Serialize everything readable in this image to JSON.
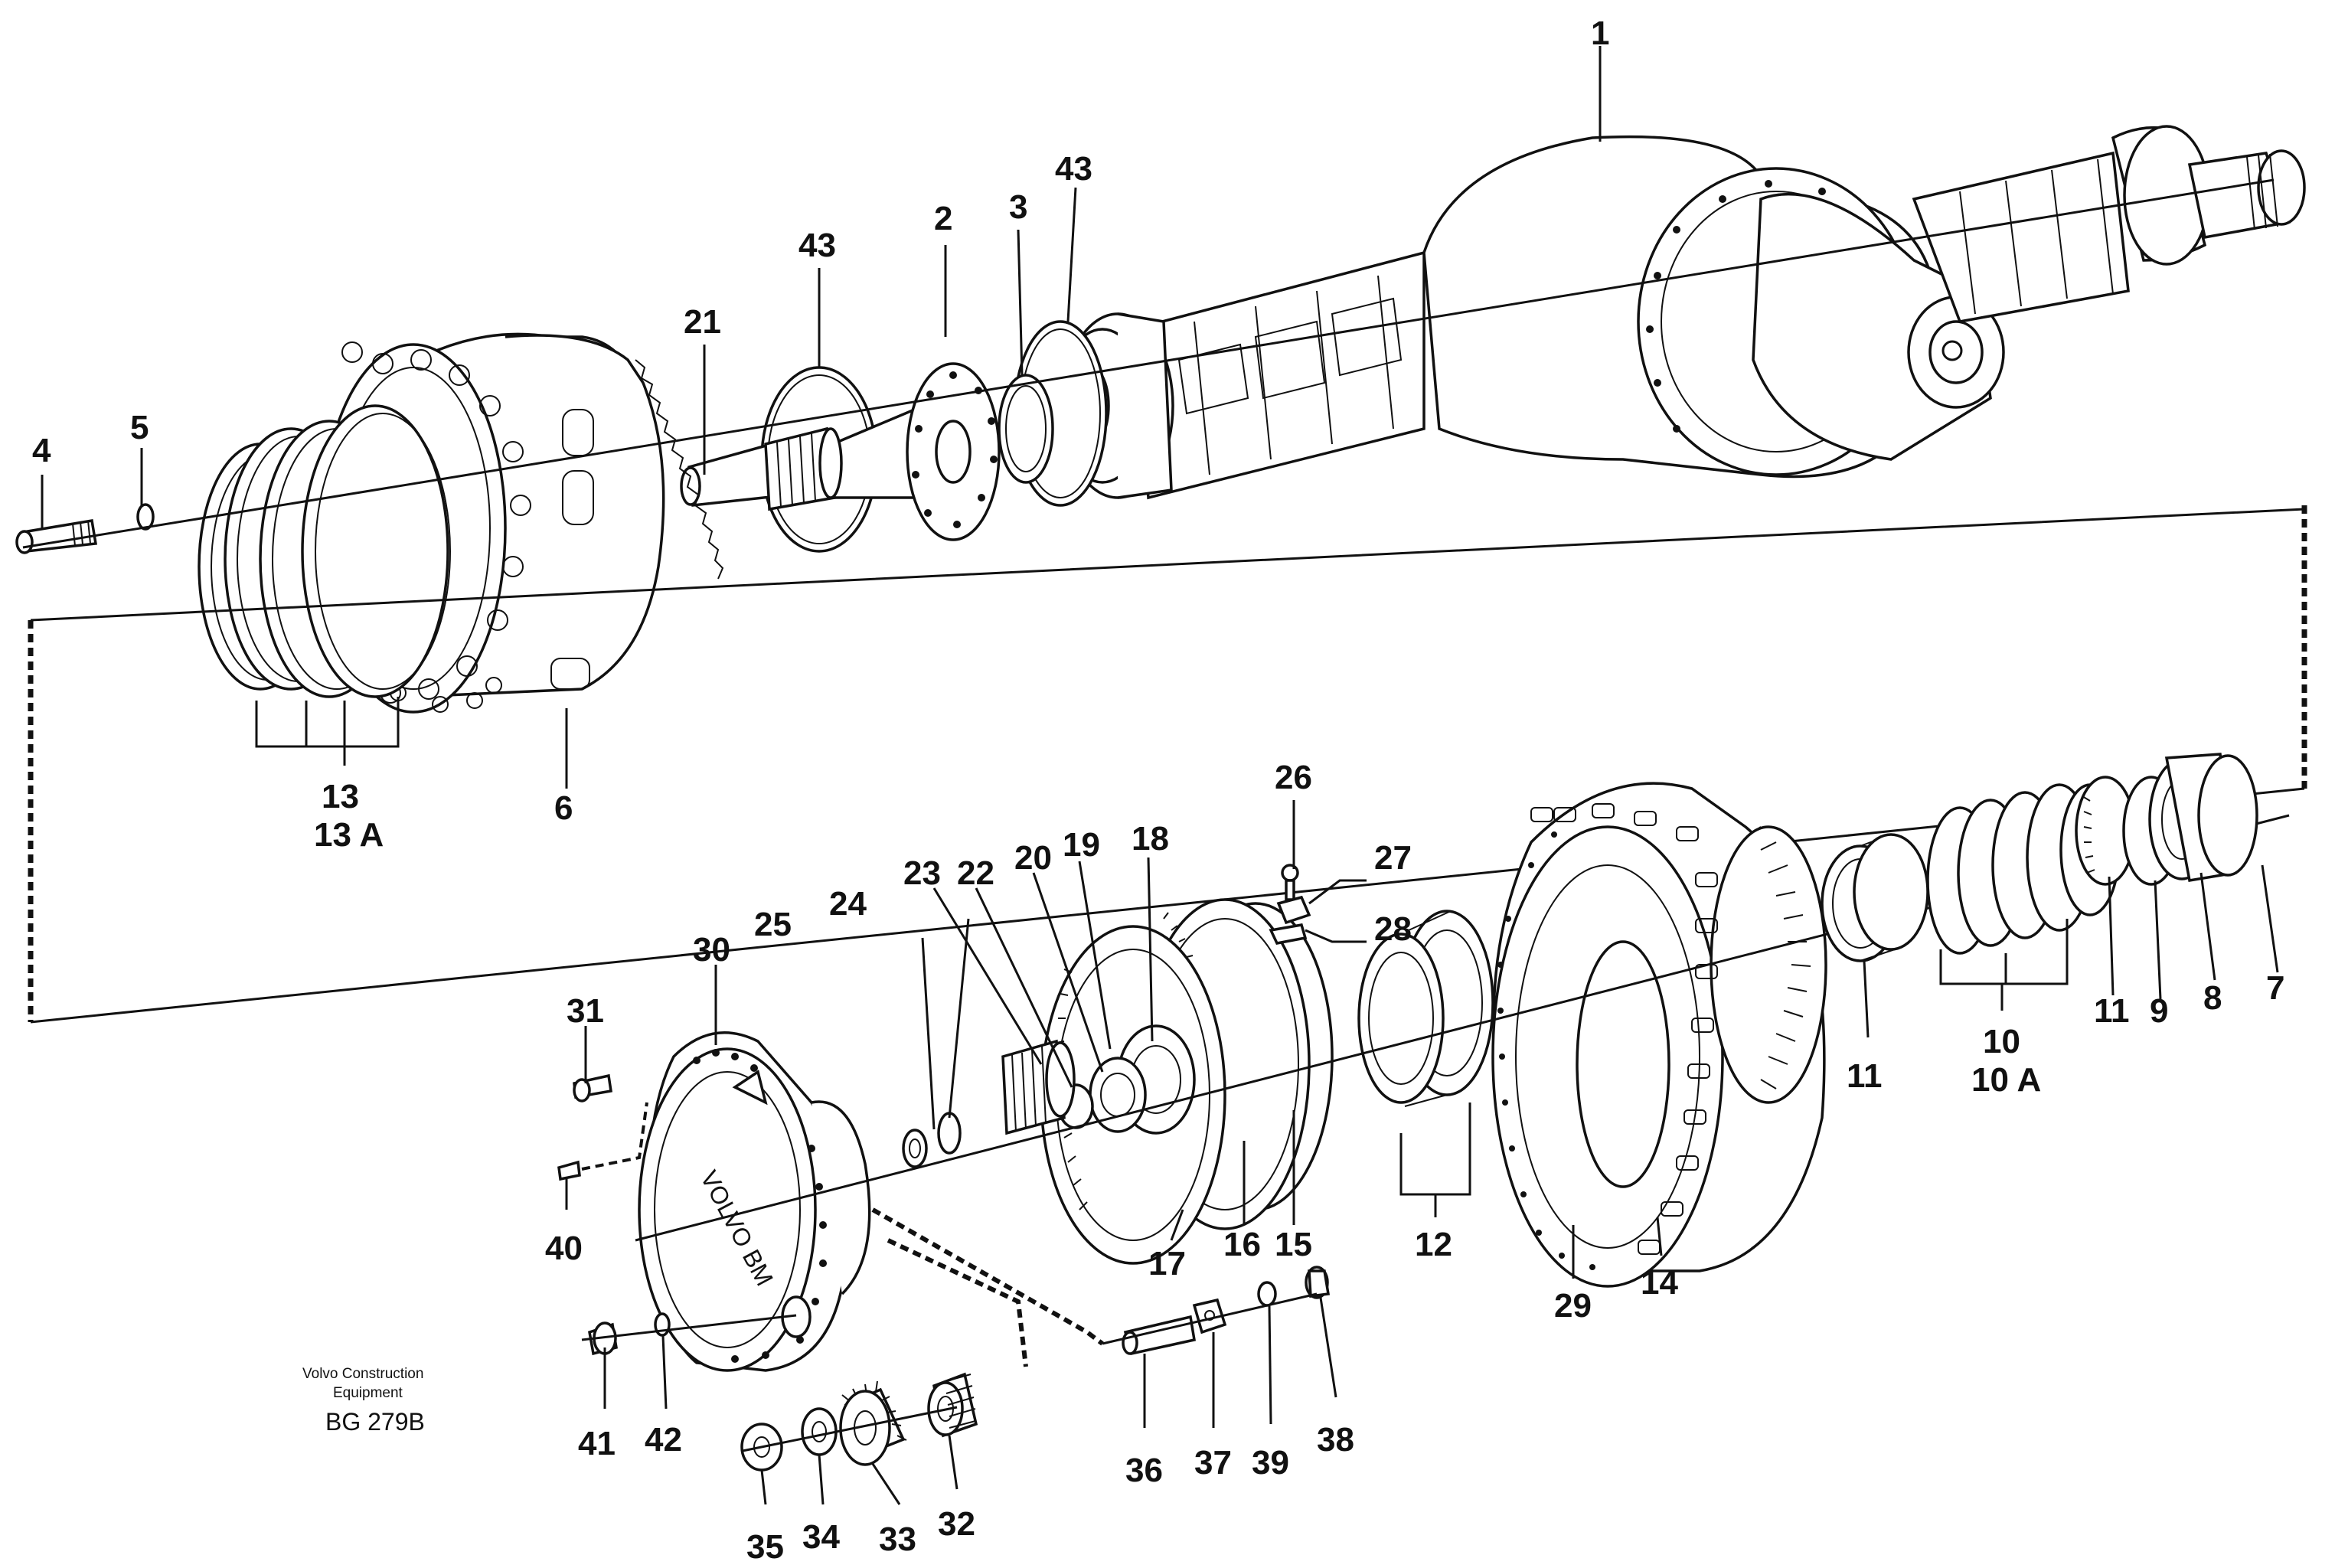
{
  "credit": {
    "line1": "Volvo Construction",
    "line2": "Equipment",
    "code": "BG 279B"
  },
  "callouts": {
    "n1": "1",
    "n2": "2",
    "n3": "3",
    "n4": "4",
    "n5": "5",
    "n6": "6",
    "n7": "7",
    "n8": "8",
    "n9": "9",
    "n10": "10",
    "n10a": "10 A",
    "n11a": "11",
    "n11b": "11",
    "n12": "12",
    "n13": "13",
    "n13a": "13 A",
    "n14": "14",
    "n15": "15",
    "n16": "16",
    "n17": "17",
    "n18": "18",
    "n19": "19",
    "n20": "20",
    "n21": "21",
    "n22": "22",
    "n23": "23",
    "n24": "24",
    "n25": "25",
    "n26": "26",
    "n27": "27",
    "n28": "28",
    "n29": "29",
    "n30": "30",
    "n31": "31",
    "n32": "32",
    "n33": "33",
    "n34": "34",
    "n35": "35",
    "n36": "36",
    "n37": "37",
    "n38": "38",
    "n39": "39",
    "n40": "40",
    "n41": "41",
    "n42": "42",
    "n43a": "43",
    "n43b": "43"
  },
  "hub_cap_text": "VOLVO BM"
}
